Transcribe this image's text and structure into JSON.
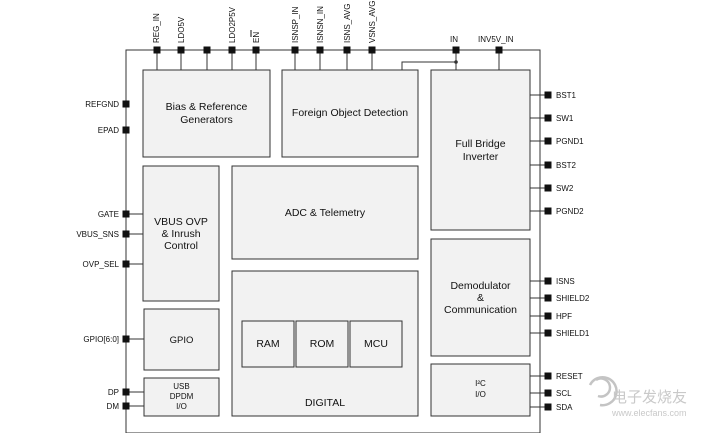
{
  "blocks": {
    "bias": [
      "Bias & Reference",
      "Generators"
    ],
    "fod": "Foreign Object Detection",
    "full_bridge": [
      "Full Bridge",
      "Inverter"
    ],
    "vbus_ovp": [
      "VBUS OVP",
      "& Inrush",
      "Control"
    ],
    "adc": "ADC & Telemetry",
    "gpio": "GPIO",
    "usb": [
      "USB",
      "DPDM",
      "I/O"
    ],
    "ram": "RAM",
    "rom": "ROM",
    "mcu": "MCU",
    "digital": "DIGITAL",
    "demod": [
      "Demodulator",
      "&",
      "Communication"
    ],
    "i2c": [
      "I²C",
      "I/O"
    ]
  },
  "pins": {
    "top": [
      "REG_IN",
      "LDO5V",
      "LDO2P5V",
      "EN",
      "ISNSP_IN",
      "ISNSN_IN",
      "ISNS_AVG",
      "VSNS_AVG",
      "IN",
      "INV5V_IN"
    ],
    "left": [
      "REFGND",
      "EPAD",
      "GATE",
      "VBUS_SNS",
      "OVP_SEL",
      "GPIO[6:0]",
      "DP",
      "DM"
    ],
    "right": [
      "BST1",
      "SW1",
      "PGND1",
      "BST2",
      "SW2",
      "PGND2",
      "ISNS",
      "SHIELD2",
      "HPF",
      "SHIELD1",
      "RESET",
      "SCL",
      "SDA"
    ]
  },
  "watermark": {
    "cn": "电子发烧友",
    "url": "www.elecfans.com"
  }
}
